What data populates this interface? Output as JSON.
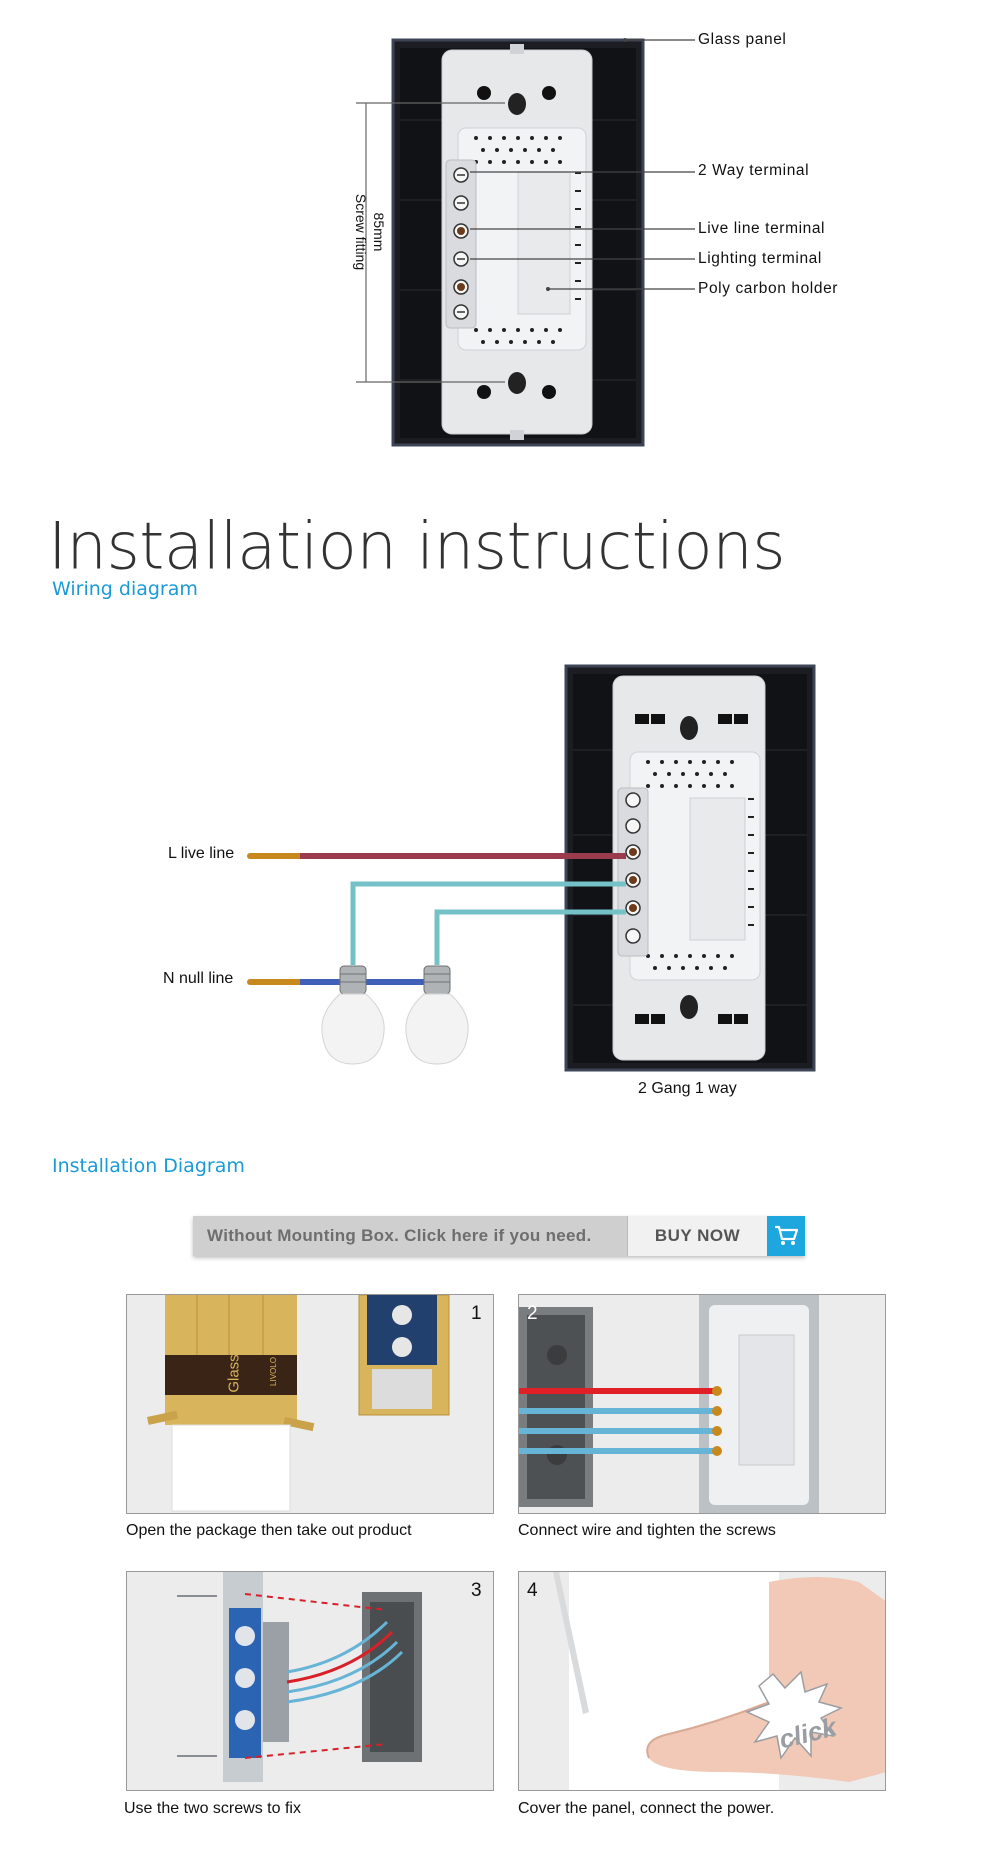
{
  "switch_callouts": {
    "glass_panel": "Glass panel",
    "two_way_terminal": "2 Way terminal",
    "live_line_terminal": "Live line terminal",
    "lighting_terminal": "Lighting terminal",
    "poly_carbon_holder": "Poly carbon holder",
    "dimension_value": "85mm",
    "dimension_label": "Screw fitting"
  },
  "installation": {
    "title": "Installation instructions",
    "wiring_heading": "Wiring diagram",
    "diagram_heading": "Installation Diagram"
  },
  "wiring": {
    "live_line": "L live line",
    "null_line": "N null line",
    "model_caption": "2 Gang 1 way",
    "colors": {
      "live": "#9b3c4c",
      "neutral": "#3f5fb8",
      "load": "#74c2c8",
      "copper": "#c8891c"
    }
  },
  "buy_bar": {
    "message": "Without Mounting Box. Click here if you need.",
    "button_label": "BUY NOW",
    "cart_icon": "shopping-cart-icon",
    "accent_color": "#1ea6df"
  },
  "steps": [
    {
      "number": "1",
      "caption": "Open the package then take out product"
    },
    {
      "number": "2",
      "caption": "Connect wire and tighten the screws"
    },
    {
      "number": "3",
      "caption": "Use the two screws to fix"
    },
    {
      "number": "4",
      "caption": "Cover the panel, connect the power."
    }
  ],
  "step1_box_text": {
    "brand": "LIVOLO",
    "product": "Glass"
  },
  "step4_click_text": "click"
}
